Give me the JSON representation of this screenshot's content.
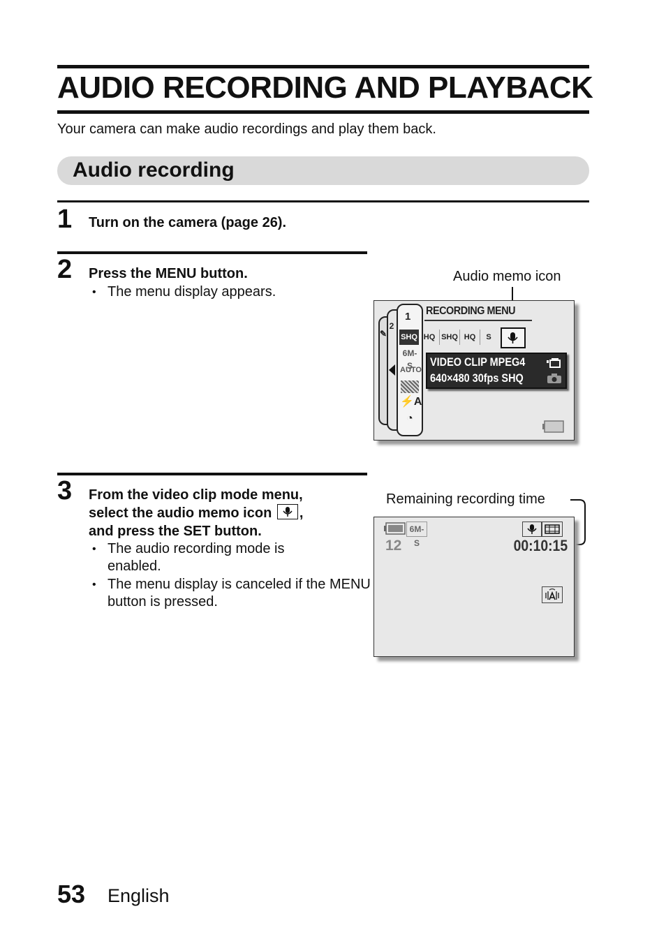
{
  "page": {
    "title": "AUDIO RECORDING AND PLAYBACK",
    "intro": "Your camera can make audio recordings and play them back.",
    "section_title": "Audio recording",
    "page_number": "53",
    "language": "English"
  },
  "steps": [
    {
      "number": "1",
      "text": "Turn on the camera (page 26).",
      "bullets": []
    },
    {
      "number": "2",
      "text": "Press the MENU button.",
      "bullets": [
        "The menu display appears."
      ]
    },
    {
      "number": "3",
      "text_line1": "From the video clip mode menu,",
      "text_line2_a": "select the audio memo icon",
      "text_line2_b": ",",
      "text_line3": "and press the SET button.",
      "bullets": [
        "The audio recording mode is enabled.",
        "The menu display is canceled if the MENU button is pressed."
      ]
    }
  ],
  "screen1": {
    "callout": "Audio memo icon",
    "menu_title": "RECORDING MENU",
    "tab_number": "1",
    "tab_number_back": "2",
    "mode_icons": [
      "SHQ",
      "HQ",
      "SHQ",
      "HQ",
      "S"
    ],
    "side_icons": [
      "6M-S",
      "AUTO",
      "",
      "A",
      ""
    ],
    "info_line1": "VIDEO CLIP MPEG4",
    "info_line2": "640×480 30fps SHQ"
  },
  "screen2": {
    "callout": "Remaining recording time",
    "resolution_icon": "6M-S",
    "shots_remaining": "12",
    "remaining_time": "00:10:15"
  },
  "icons": [
    "microphone-icon",
    "video-camera-icon",
    "camera-icon",
    "battery-icon",
    "film-icon",
    "flash-auto-icon",
    "self-timer-icon",
    "stabilizer-icon"
  ]
}
